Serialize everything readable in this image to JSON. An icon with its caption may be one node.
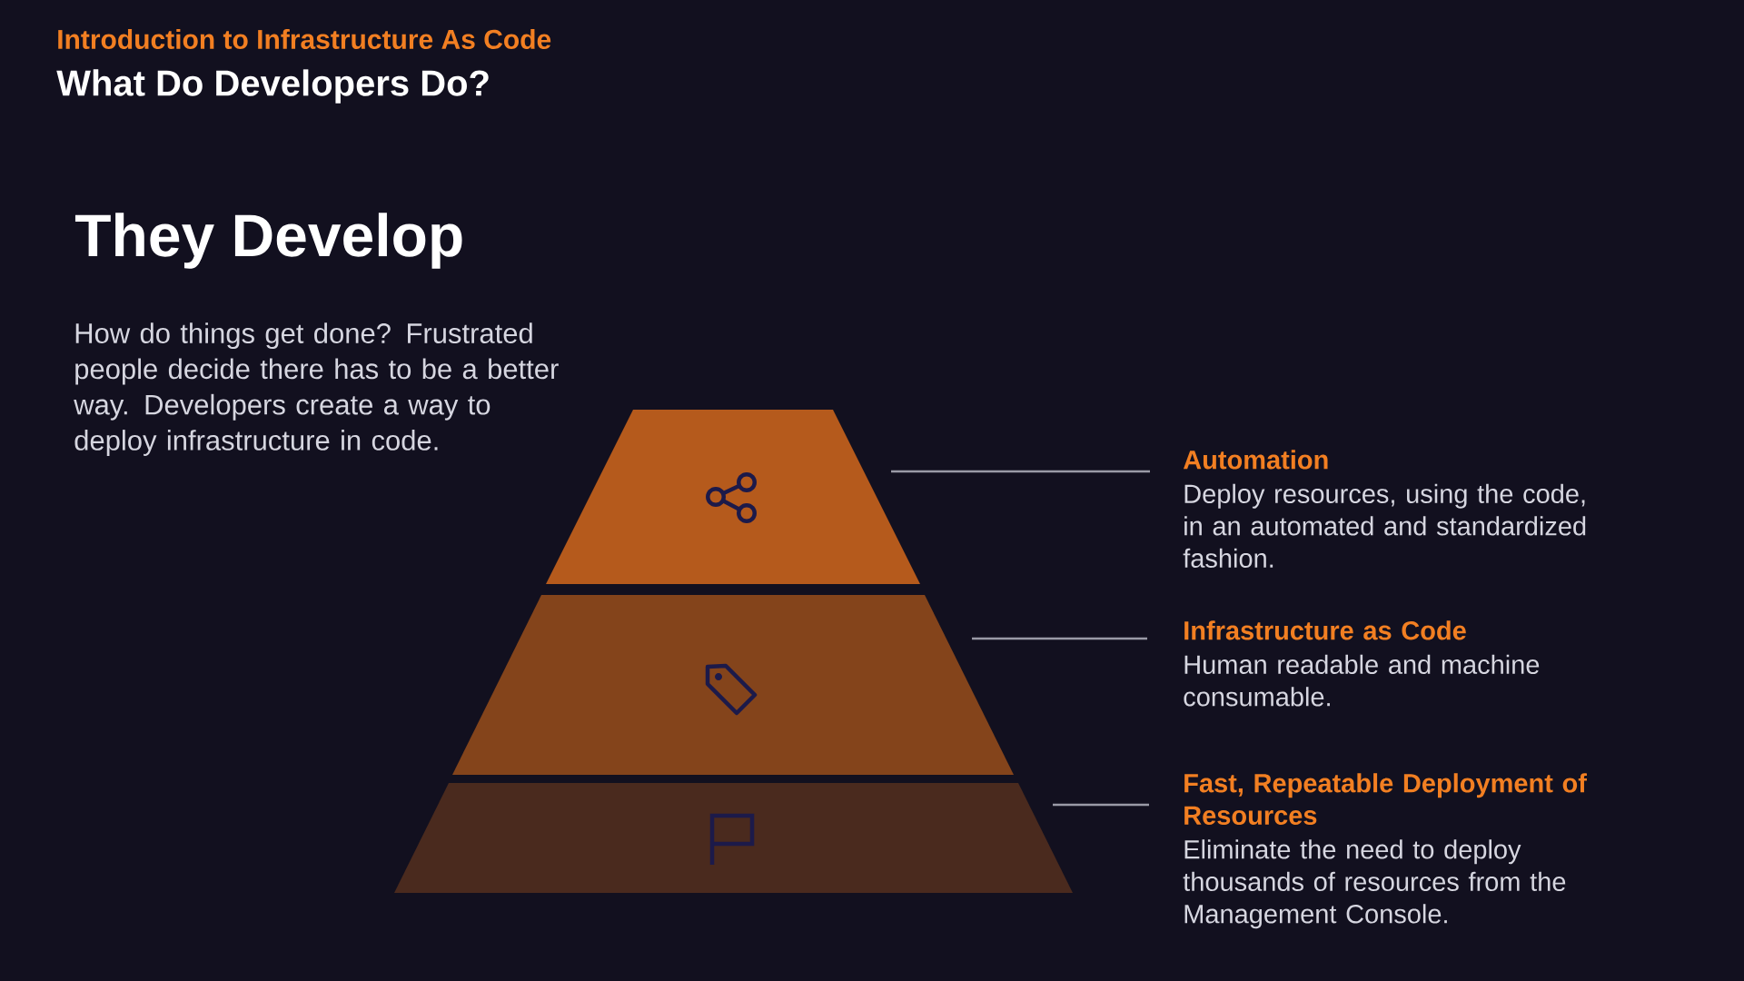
{
  "diagram": {
    "title": "What Do Developers Do?",
    "nodes": [
      {
        "text": [],
        "shape": "trapezoid"
      },
      {
        "text": [],
        "shape": "trapezoid"
      },
      {
        "text": [],
        "shape": "trapezoid"
      },
      {
        "text": [
          "Automation",
          "Deploy resources, using the code, in an automated and standardized fashion."
        ]
      },
      {
        "text": [
          "Infrastructure as Code",
          "Human readable and machine consumable."
        ]
      },
      {
        "text": [
          "Fast, Repeatable Deployment of Resources",
          "Eliminate the need to deploy thousands of resources from the Management Console."
        ]
      }
    ],
    "edges": [
      {
        "from": 3,
        "to": 0,
        "arrow": "none"
      },
      {
        "from": 4,
        "to": 1,
        "arrow": "none"
      },
      {
        "from": 5,
        "to": 2,
        "arrow": "none"
      }
    ],
    "labels": [
      "Introduction to Infrastructure As Code",
      "They Develop",
      "How do things get done? Frustrated people decide there has to be a better way. Developers create a way to deploy infrastructure in code."
    ]
  }
}
